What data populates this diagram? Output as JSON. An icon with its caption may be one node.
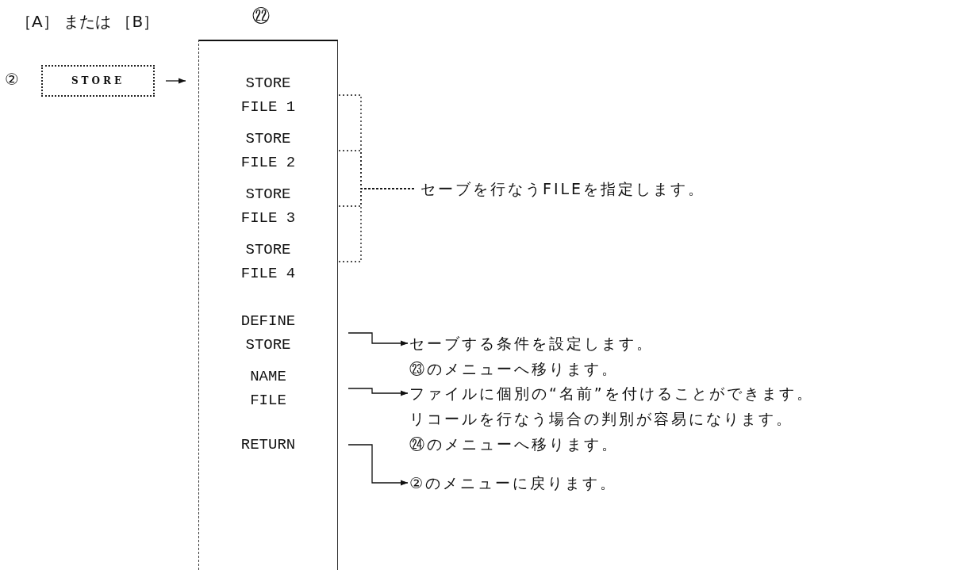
{
  "diagram": {
    "nodes": [
      {
        "text": [
          "STORE"
        ],
        "beside": [
          "②"
        ]
      },
      {
        "text": [
          "㉒"
        ]
      },
      {
        "text": [
          "STORE FILE 1"
        ],
        "in": 1
      },
      {
        "text": [
          "STORE FILE 2"
        ],
        "in": 1
      },
      {
        "text": [
          "STORE FILE 3"
        ],
        "in": 1
      },
      {
        "text": [
          "STORE FILE 4"
        ],
        "in": 1
      },
      {
        "text": [
          "DEFINE STORE"
        ],
        "in": 1
      },
      {
        "text": [
          "NAME FILE"
        ],
        "in": 1
      },
      {
        "text": [
          "RETURN"
        ],
        "in": 1
      },
      {
        "text": [
          "セーブを行なうFILEを指定します。"
        ]
      },
      {
        "text": [
          "セーブする条件を設定します。",
          "㉓のメニューへ移ります。"
        ]
      },
      {
        "text": [
          "ファイルに個別の“名前”を付けることができます。",
          "リコールを行なう場合の判別が容易になります。",
          "㉔のメニューへ移ります。"
        ]
      },
      {
        "text": [
          "②のメニューに戻ります。"
        ]
      }
    ],
    "edges": [
      {
        "from": 0,
        "to": 1,
        "arrow": "to"
      },
      {
        "from": 2,
        "to": 9,
        "arrow": "none",
        "style": "dashed"
      },
      {
        "from": 3,
        "to": 9,
        "arrow": "none",
        "style": "dashed"
      },
      {
        "from": 4,
        "to": 9,
        "arrow": "none",
        "style": "dashed"
      },
      {
        "from": 5,
        "to": 9,
        "arrow": "none",
        "style": "dashed"
      },
      {
        "from": 6,
        "to": 10,
        "arrow": "to"
      },
      {
        "from": 7,
        "to": 11,
        "arrow": "to"
      },
      {
        "from": 8,
        "to": 12,
        "arrow": "to"
      }
    ],
    "labels": [
      "［A］ または ［B］"
    ]
  }
}
